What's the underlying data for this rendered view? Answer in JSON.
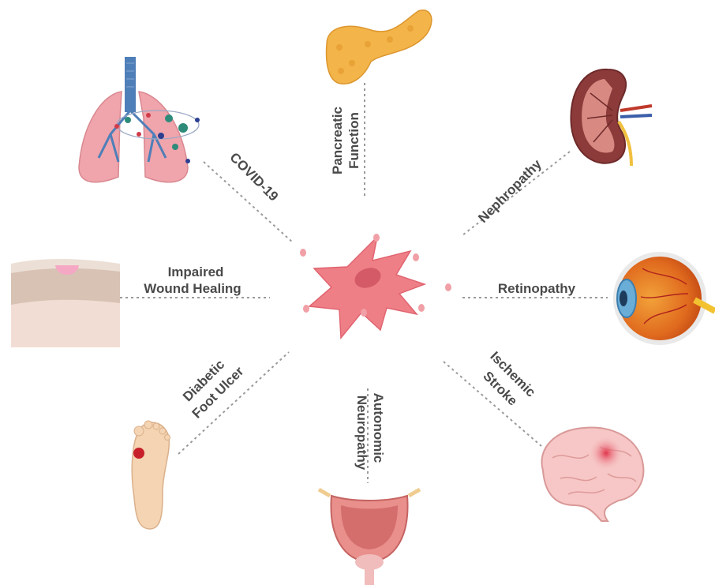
{
  "center": {
    "icon": "stem-cell-icon"
  },
  "labels": {
    "covid": "COVID-19",
    "pancreatic_1": "Pancreatic",
    "pancreatic_2": "Function",
    "nephropathy": "Nephropathy",
    "wound_1": "Impaired",
    "wound_2": "Wound Healing",
    "retinopathy": "Retinopathy",
    "foot_1": "Diabetic",
    "foot_2": "Foot Ulcer",
    "neuro_1": "Autonomic",
    "neuro_2": "Neuropathy",
    "stroke_1": "Ischemic",
    "stroke_2": "Stroke"
  },
  "icons": [
    "lungs-icon",
    "pancreas-icon",
    "kidney-icon",
    "skin-wound-icon",
    "eye-icon",
    "foot-icon",
    "bladder-icon",
    "brain-icon"
  ],
  "colors": {
    "cell": "#ef7f86",
    "cell_nucleus": "#d35a66",
    "text": "#4a4a4a",
    "connector": "#9a9a9a"
  }
}
